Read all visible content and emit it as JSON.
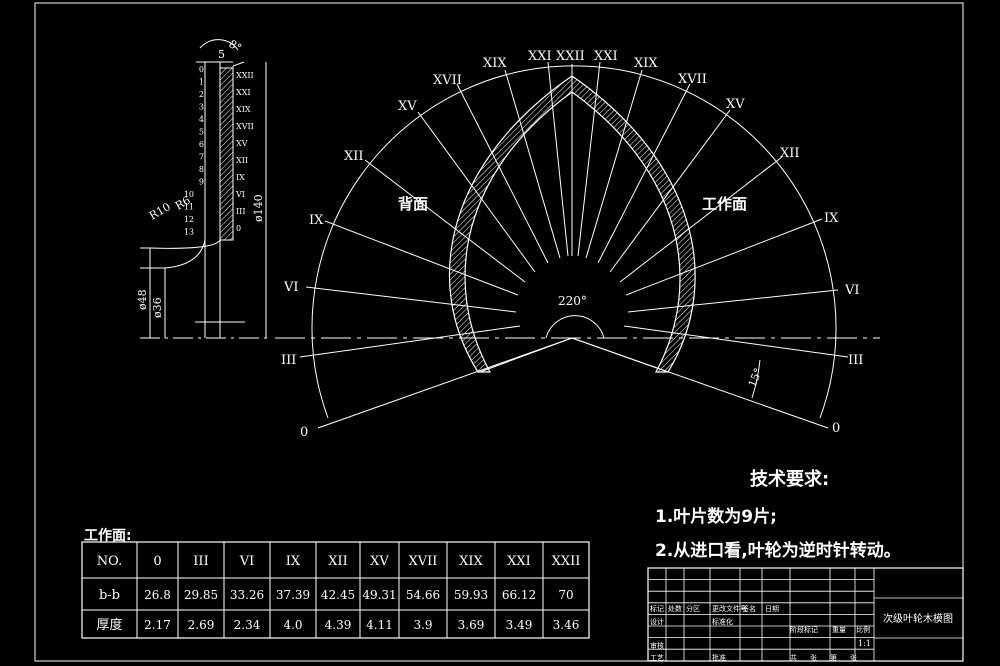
{
  "front_view": {
    "angle_labels": [
      "0",
      "III",
      "VI",
      "IX",
      "XII",
      "XV",
      "XVII",
      "XIX",
      "XXI",
      "XXII"
    ],
    "side_labels": {
      "back_face": "背面",
      "work_face": "工作面"
    },
    "center_angle": "220°",
    "spacing_angle": "15°"
  },
  "side_view": {
    "dim_top": "5",
    "dim_chamfer": "8°",
    "dim_diameter_140": "ø140",
    "dim_diameter_48": "ø48",
    "dim_diameter_36": "ø36",
    "radius_10": "R10",
    "radius_6": "R6",
    "station_labels": [
      "XXII",
      "XXI",
      "XIX",
      "XVII",
      "XV",
      "XII",
      "IX",
      "VI",
      "III",
      "0"
    ],
    "station_numbers": [
      "0",
      "1",
      "2",
      "3",
      "4",
      "5",
      "6",
      "7",
      "8",
      "9",
      "10",
      "11",
      "12",
      "13"
    ]
  },
  "tech_requirements": {
    "heading": "技术要求:",
    "items": [
      "1.叶片数为9片;",
      "2.从进口看,叶轮为逆时针转动。"
    ]
  },
  "work_table": {
    "title": "工作面:",
    "row_labels": [
      "NO.",
      "b-b",
      "厚度"
    ],
    "columns": [
      "0",
      "III",
      "VI",
      "IX",
      "XII",
      "XV",
      "XVII",
      "XIX",
      "XXI",
      "XXII"
    ],
    "bb_values": [
      "26.8",
      "29.85",
      "33.26",
      "37.39",
      "42.45",
      "49.31",
      "54.66",
      "59.93",
      "66.12",
      "70"
    ],
    "thickness_values": [
      "2.17",
      "2.69",
      "2.34",
      "4.0",
      "4.39",
      "4.11",
      "3.9",
      "3.69",
      "3.49",
      "3.46"
    ]
  },
  "title_block": {
    "drawing_name": "次级叶轮木模图",
    "labels": [
      "标记",
      "处数",
      "分区",
      "更改文件号",
      "签名",
      "日期",
      "设计",
      "标准化",
      "阶段标记",
      "重量",
      "比例",
      "审核",
      "工艺",
      "批准",
      "共",
      "张",
      "第",
      "张"
    ],
    "scale": "1:1"
  },
  "colors": {
    "background": "#000000",
    "lines": "#ffffff"
  }
}
